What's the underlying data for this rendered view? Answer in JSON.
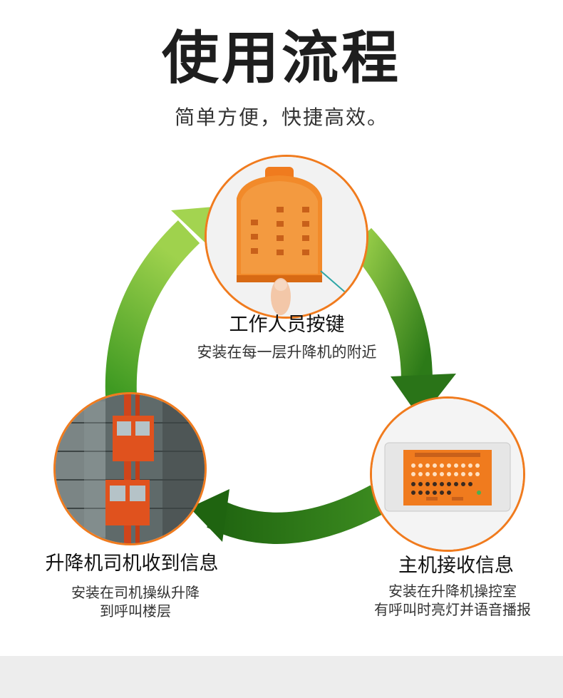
{
  "header": {
    "title": "使用流程",
    "subtitle": "简单方便，快捷高效。"
  },
  "steps": [
    {
      "title": "工作人员按键",
      "description": "安装在每一层升降机的附近",
      "image": "orange-call-button-device"
    },
    {
      "title": "主机接收信息",
      "description_lines": [
        "安装在升降机操控室",
        "有呼叫时亮灯并语音播报"
      ],
      "image": "control-host-panel"
    },
    {
      "title": "升降机司机收到信息",
      "description_lines": [
        "安装在司机操纵升降",
        "到呼叫楼层"
      ],
      "image": "construction-elevator-photo"
    }
  ],
  "colors": {
    "accent_orange": "#f07b1e",
    "arrow_green_light": "#8cc63f",
    "arrow_green_dark": "#2e7d1a"
  }
}
